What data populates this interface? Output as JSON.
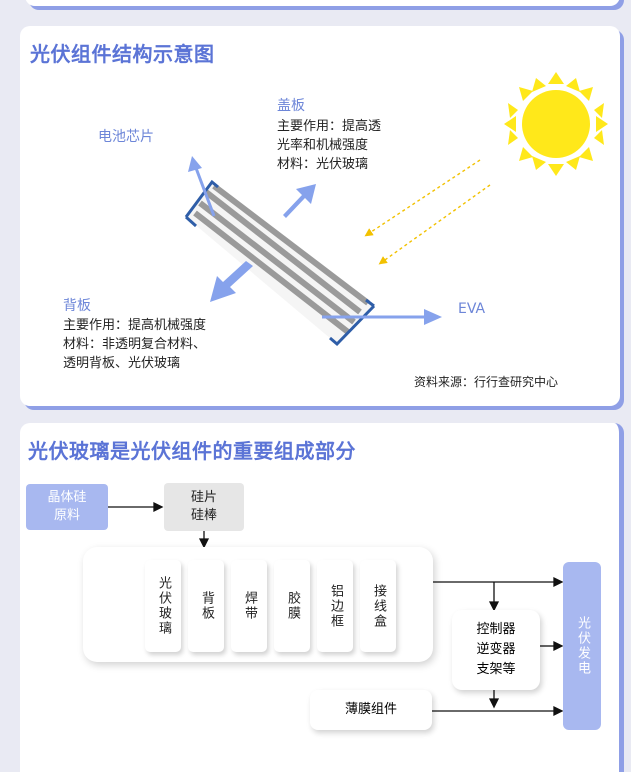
{
  "section1": {
    "title": "光伏组件结构示意图",
    "cell_label": "电池芯片",
    "cover": {
      "name": "盖板",
      "line1": "主要作用：提高透",
      "line2": "光率和机械强度",
      "line3": "材料：光伏玻璃"
    },
    "back": {
      "name": "背板",
      "line1": "主要作用：提高机械强度",
      "line2": "材料：非透明复合材料、",
      "line3": "透明背板、光伏玻璃"
    },
    "eva_label": "EVA",
    "source": "资料来源：行行查研究中心",
    "colors": {
      "sun": "#ffe81a",
      "arrow": "#86a2ec",
      "panel_border": "#2f5ea8",
      "stripe": "#9a9a9a"
    }
  },
  "section2": {
    "title": "光伏玻璃是光伏组件的重要组成部分",
    "raw": {
      "line1": "晶体硅",
      "line2": "原料"
    },
    "wafer": {
      "line1": "硅片",
      "line2": "硅棒"
    },
    "components": [
      "光伏玻璃",
      "背板",
      "焊带",
      "胶膜",
      "铝边框",
      "接线盒"
    ],
    "controls": {
      "line1": "控制器",
      "line2": "逆变器",
      "line3": "支架等"
    },
    "film": "薄膜组件",
    "output": "光伏发电"
  }
}
